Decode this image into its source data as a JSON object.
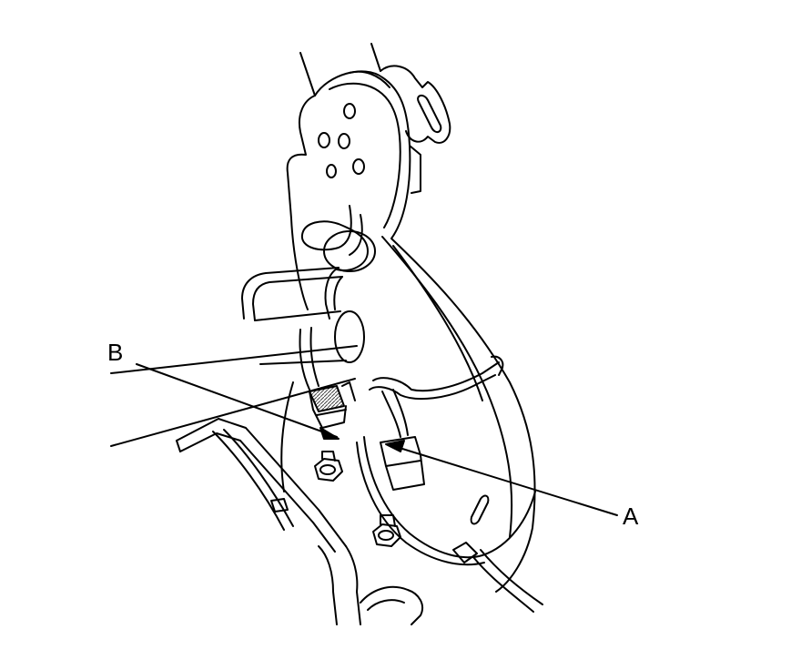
{
  "diagram": {
    "callouts": [
      {
        "id": "B",
        "text": "B"
      },
      {
        "id": "A",
        "text": "A"
      }
    ],
    "colors": {
      "ink": "#000000",
      "paper": "#ffffff",
      "hatch": "#444444"
    }
  }
}
